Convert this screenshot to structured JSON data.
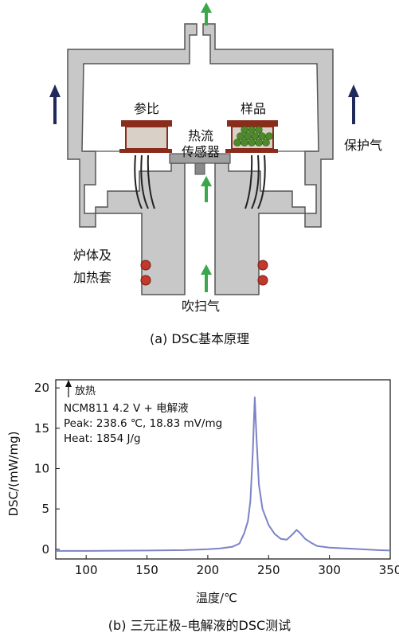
{
  "diagram": {
    "label_reference": "参比",
    "label_sample": "样品",
    "label_sensor_line1": "热流",
    "label_sensor_line2": "传感器",
    "label_protect_gas": "保护气",
    "label_furnace_line1": "炉体及",
    "label_furnace_line2": "加热套",
    "label_purge_gas": "吹扫气",
    "caption": "(a) DSC基本原理",
    "colors": {
      "body": "#c8c8c8",
      "outline": "#555555",
      "arrow_green": "#3aa84a",
      "arrow_navy": "#1f2a5a",
      "pan": "#8a2c1c",
      "sample": "#4d8a2a",
      "heater": "#c0392b"
    }
  },
  "chart": {
    "exo_label": "放热",
    "annotation_line1": "NCM811 4.2 V + 电解液",
    "annotation_line2": "Peak: 238.6 ℃, 18.83 mV/mg",
    "annotation_line3": "Heat: 1854 J/g",
    "caption": "(b) 三元正极–电解液的DSC测试",
    "line_color": "#7b83c8"
  },
  "chart_data": {
    "type": "line",
    "title": "",
    "xlabel": "温度/℃",
    "ylabel": "DSC/(mW/mg)",
    "xlim": [
      75,
      350
    ],
    "ylim": [
      -1.2,
      21
    ],
    "xticks": [
      100,
      150,
      200,
      250,
      300,
      350
    ],
    "yticks": [
      0,
      5,
      10,
      15,
      20
    ],
    "series": [
      {
        "x": [
          75,
          100,
          150,
          180,
          200,
          210,
          220,
          226,
          230,
          233,
          235,
          237,
          238.6,
          240,
          242,
          245,
          250,
          255,
          260,
          265,
          270,
          273,
          276,
          280,
          285,
          290,
          300,
          320,
          340,
          350
        ],
        "y": [
          -0.2,
          -0.2,
          -0.15,
          -0.1,
          0.0,
          0.1,
          0.3,
          0.7,
          2.0,
          3.5,
          6.0,
          12.0,
          18.83,
          14.0,
          8.0,
          5.0,
          3.0,
          1.9,
          1.3,
          1.2,
          1.9,
          2.4,
          2.0,
          1.3,
          0.8,
          0.4,
          0.2,
          0.05,
          -0.1,
          -0.15
        ]
      }
    ]
  }
}
